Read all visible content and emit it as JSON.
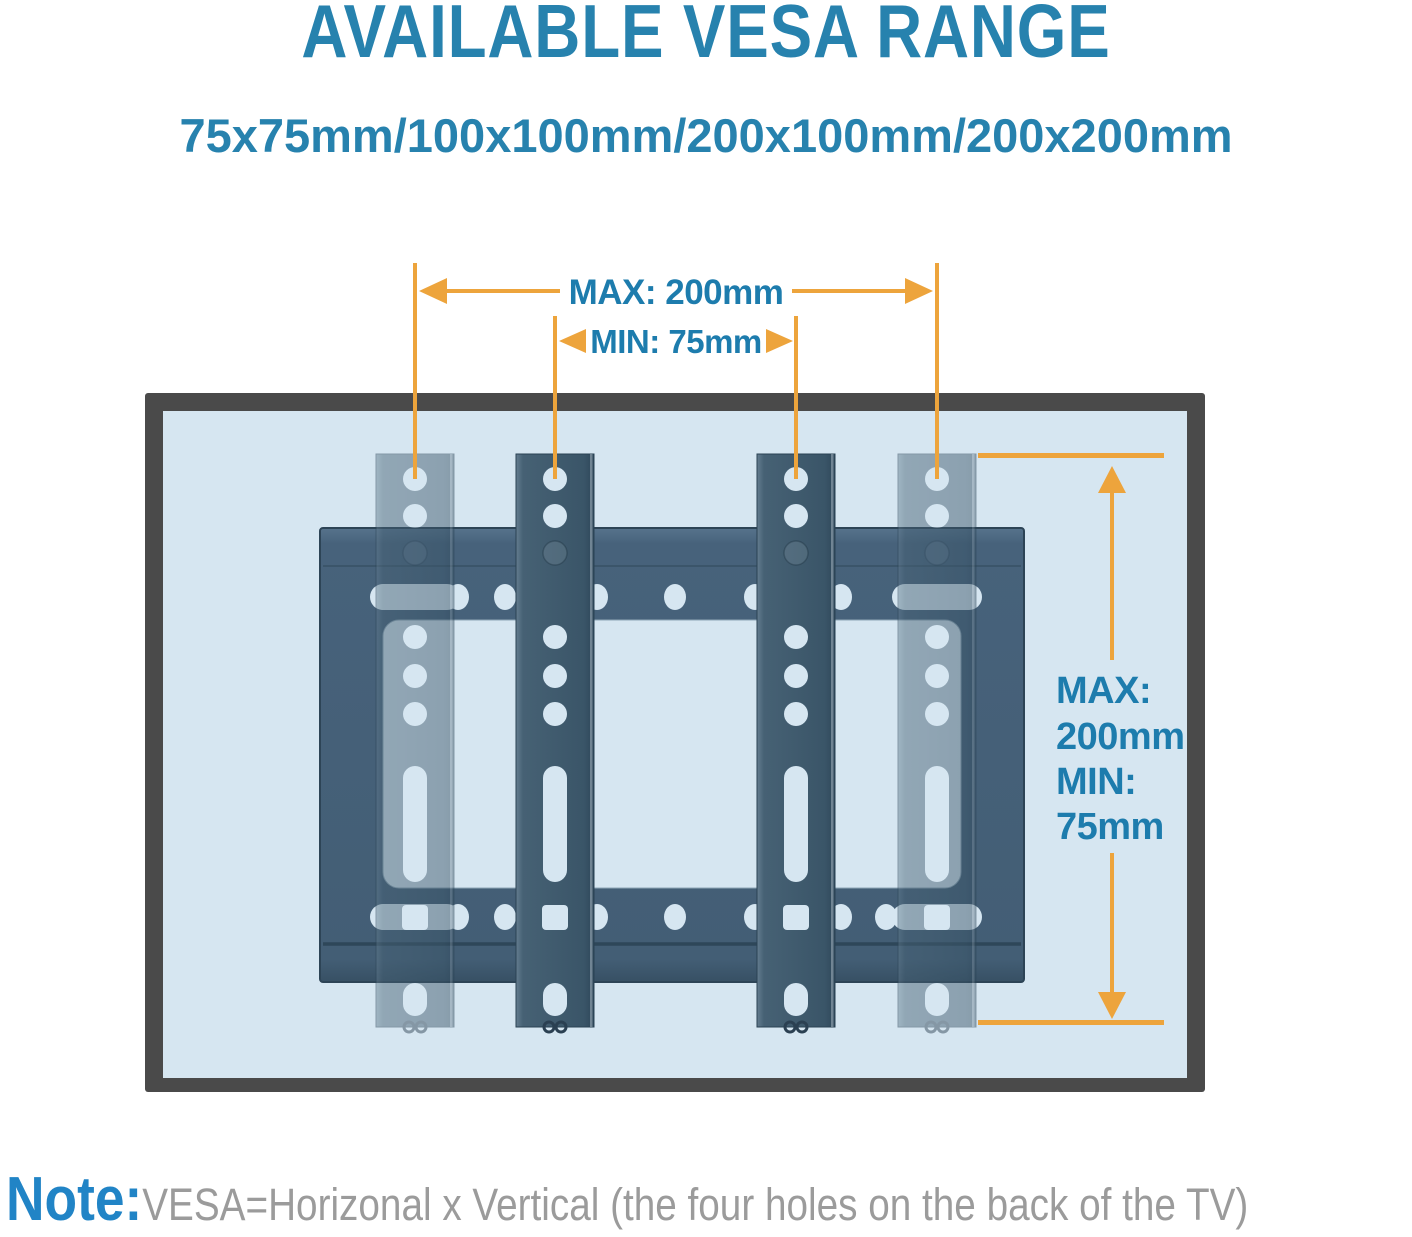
{
  "header": {
    "title": "AVAILABLE VESA RANGE",
    "subtitle": "75x75mm/100x100mm/200x100mm/200x200mm"
  },
  "diagram": {
    "horizontal_dimension": {
      "max_label": "MAX: 200mm",
      "min_label": "MIN: 75mm"
    },
    "vertical_dimension": {
      "lines": [
        "MAX:",
        "200mm",
        "MIN:",
        "75mm"
      ]
    }
  },
  "note": {
    "prefix": "Note:",
    "text": "VESA=Horizonal x Vertical (the four holes on the back of the TV)"
  },
  "colors": {
    "heading_blue": "#2782ae",
    "dim_blue": "#1d7cad",
    "accent_orange": "#eda43c",
    "panel_bg": "#d6e6f1",
    "panel_border": "#4a4a4a",
    "rail_slate": "#3f5a6d",
    "plate_slate": "#46617a",
    "note_blue": "#2184c6",
    "note_gray": "#9b9b9b"
  }
}
